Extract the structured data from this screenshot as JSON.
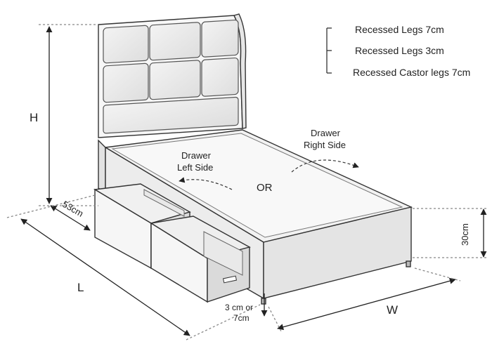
{
  "legend": {
    "items": [
      "Recessed Legs 7cm",
      "Recessed Legs 3cm",
      "Recessed Castor legs 7cm"
    ]
  },
  "labels": {
    "height": "H",
    "length": "L",
    "width": "W",
    "drawer_depth": "53cm",
    "base_height": "30cm",
    "leg_height_line1": "3 cm or",
    "leg_height_line2": "7cm",
    "drawer_left_line1": "Drawer",
    "drawer_left_line2": "Left Side",
    "drawer_right_line1": "Drawer",
    "drawer_right_line2": "Right Side",
    "or": "OR"
  }
}
